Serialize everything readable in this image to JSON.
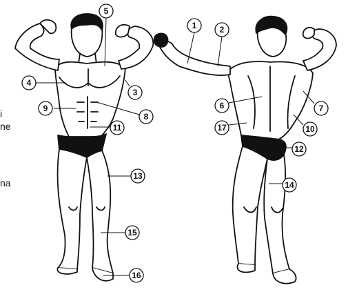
{
  "clipped_text": {
    "line1": "",
    "line2": "i",
    "line3": "ne",
    "line4": "na"
  },
  "callouts": [
    {
      "n": "1"
    },
    {
      "n": "2"
    },
    {
      "n": "3"
    },
    {
      "n": "4"
    },
    {
      "n": "5"
    },
    {
      "n": "6"
    },
    {
      "n": "7"
    },
    {
      "n": "8"
    },
    {
      "n": "9"
    },
    {
      "n": "10"
    },
    {
      "n": "11"
    },
    {
      "n": "12"
    },
    {
      "n": "13"
    },
    {
      "n": "14"
    },
    {
      "n": "15"
    },
    {
      "n": "16"
    },
    {
      "n": "17"
    }
  ],
  "colors": {
    "stroke": "#111111",
    "fill": "#ffffff",
    "trunks": "#111111"
  }
}
